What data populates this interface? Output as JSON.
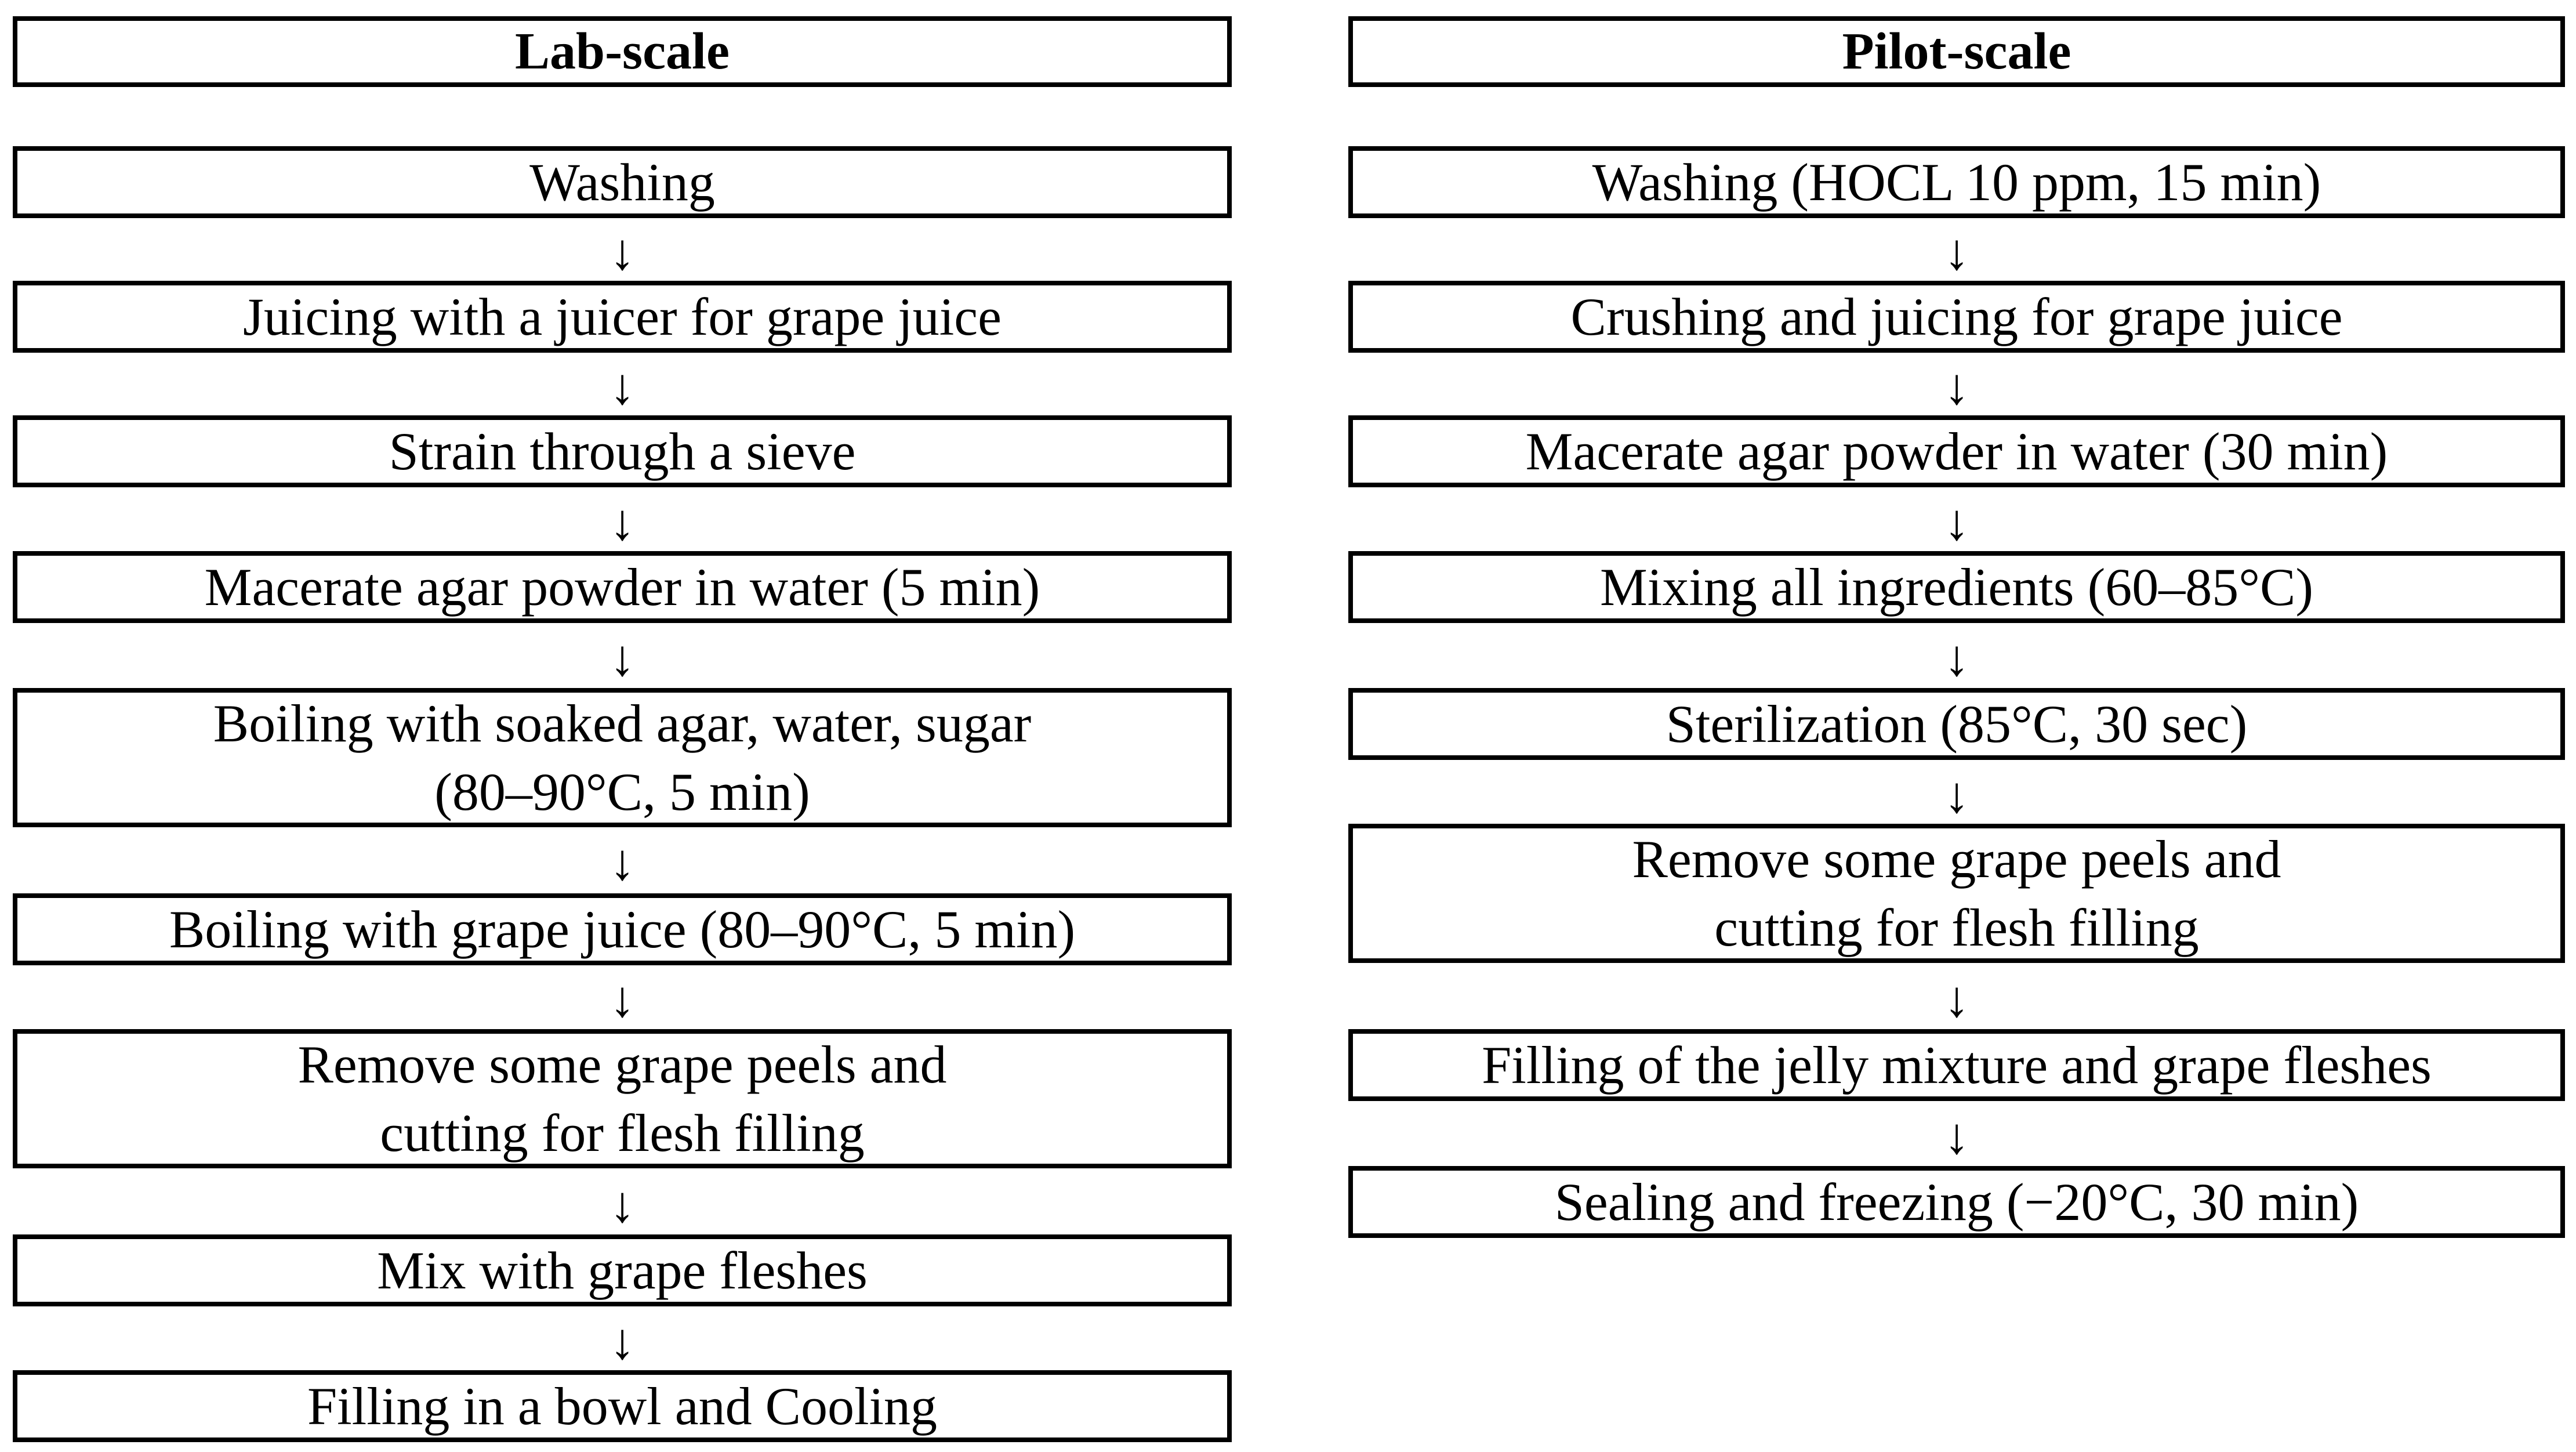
{
  "lab": {
    "header": "Lab-scale",
    "steps": [
      {
        "lines": [
          "Washing"
        ]
      },
      {
        "lines": [
          "Juicing with a juicer for grape juice"
        ]
      },
      {
        "lines": [
          "Strain through a sieve"
        ]
      },
      {
        "lines": [
          "Macerate agar powder in water (5 min)"
        ]
      },
      {
        "lines": [
          "Boiling with soaked agar, water, sugar",
          "(80–90°C, 5 min)"
        ]
      },
      {
        "lines": [
          "Boiling with grape juice (80–90°C, 5 min)"
        ]
      },
      {
        "lines": [
          "Remove some grape peels and",
          "cutting for flesh filling"
        ]
      },
      {
        "lines": [
          "Mix with grape fleshes"
        ]
      },
      {
        "lines": [
          "Filling in a bowl and Cooling"
        ]
      }
    ]
  },
  "pilot": {
    "header": "Pilot-scale",
    "steps": [
      {
        "lines": [
          "Washing (HOCL 10 ppm, 15 min)"
        ]
      },
      {
        "lines": [
          "Crushing and juicing for grape juice"
        ]
      },
      {
        "lines": [
          "Macerate agar powder in water (30 min)"
        ]
      },
      {
        "lines": [
          "Mixing all ingredients (60–85°C)"
        ]
      },
      {
        "lines": [
          "Sterilization (85°C, 30 sec)"
        ]
      },
      {
        "lines": [
          "Remove some grape peels and",
          "cutting for flesh filling"
        ]
      },
      {
        "lines": [
          "Filling of the jelly mixture and grape fleshes"
        ]
      },
      {
        "lines": [
          "Sealing and freezing (−20°C, 30 min)"
        ]
      }
    ]
  },
  "arrow_glyph": "↓"
}
